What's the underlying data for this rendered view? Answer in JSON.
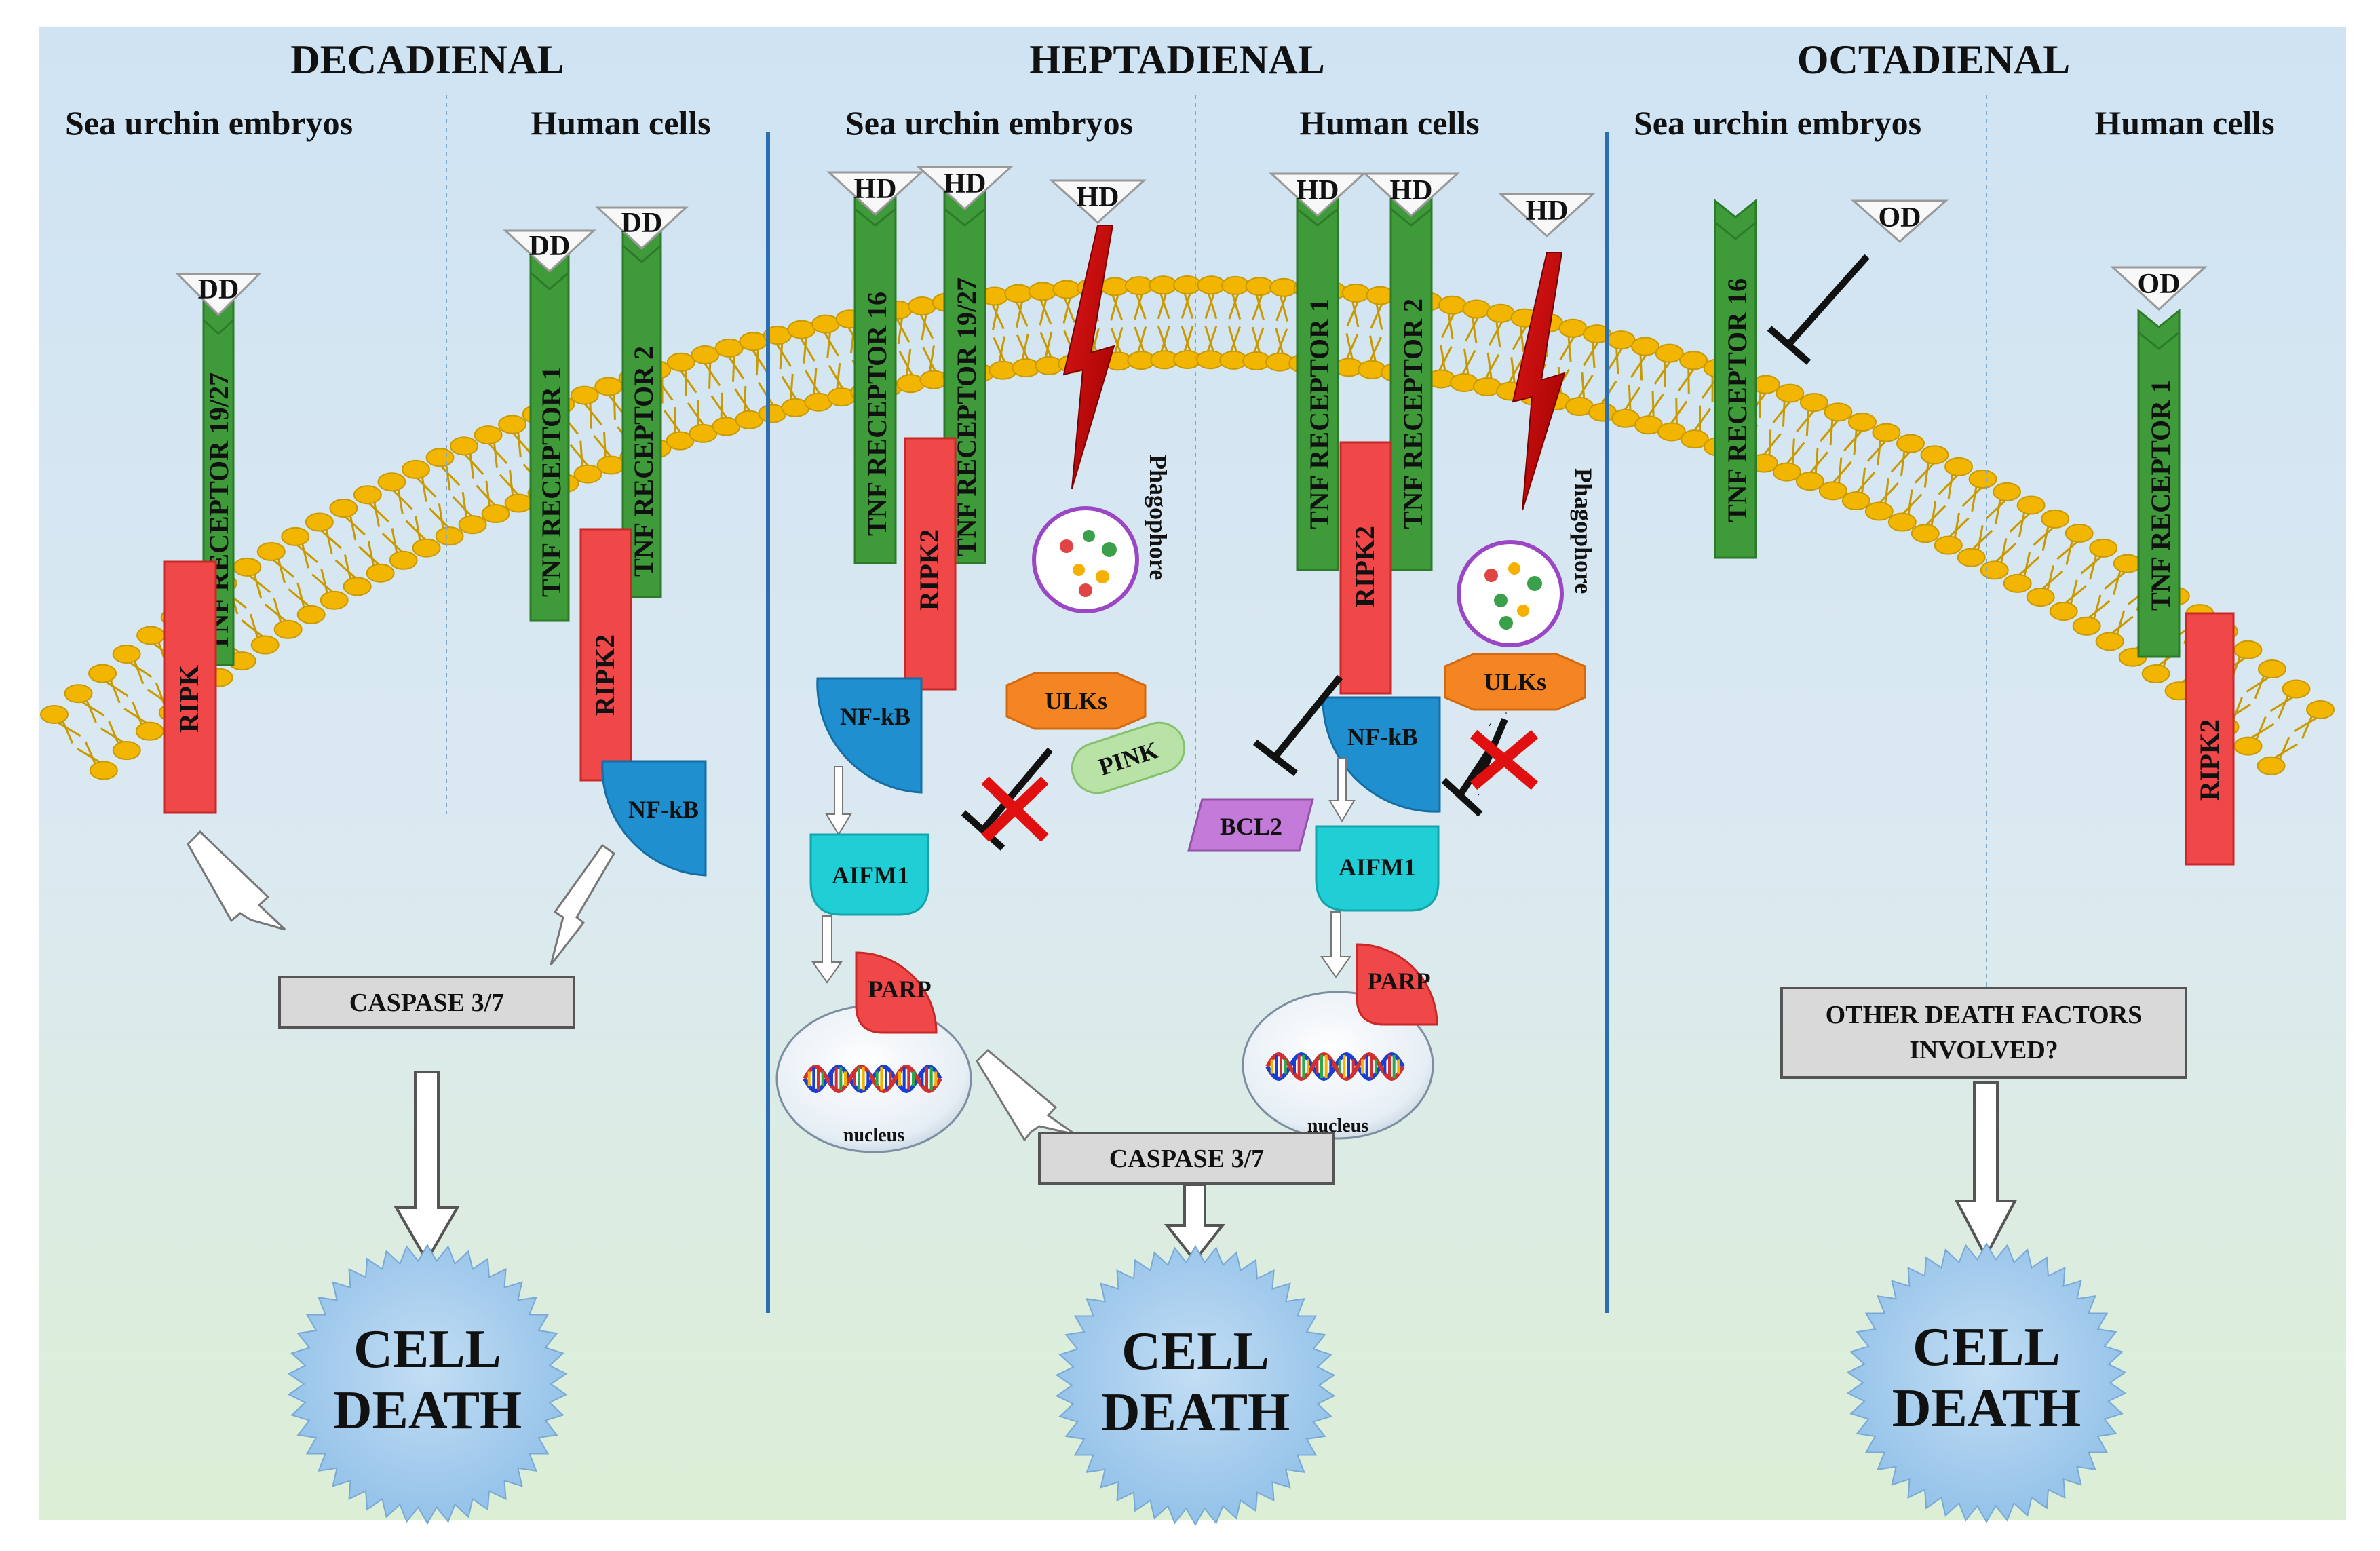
{
  "panels": {
    "decadienal": {
      "title": "DECADIENAL",
      "left_sub": "Sea urchin embryos",
      "right_sub": "Human cells",
      "left_ligand": "DD",
      "left_receptor": "TNF RECEPTOR 19/27",
      "left_kinase": "RIPK",
      "right_ligand_1": "DD",
      "right_ligand_2": "DD",
      "right_receptor_1": "TNF RECEPTOR 1",
      "right_receptor_2": "TNF RECEPTOR 2",
      "right_kinase": "RIPK2",
      "right_nfkb": "NF-kB",
      "caspase": "CASPASE 3/7",
      "death_line1": "CELL",
      "death_line2": "DEATH"
    },
    "heptadienal": {
      "title": "HEPTADIENAL",
      "left_sub": "Sea urchin embryos",
      "right_sub": "Human cells",
      "ligand": "HD",
      "left_receptor_1": "TNF RECEPTOR 16",
      "left_receptor_2": "TNF RECEPTOR 19/27",
      "left_kinase": "RIPK2",
      "left_phagophore": "Phagophore",
      "left_nfkb": "NF-kB",
      "left_ulks": "ULKs",
      "left_pink": "PINK",
      "left_aifm1": "AIFM1",
      "left_parp": "PARP",
      "left_nucleus": "nucleus",
      "right_receptor_1": "TNF RECEPTOR 1",
      "right_receptor_2": "TNF RECEPTOR 2",
      "right_kinase": "RIPK2",
      "right_phagophore": "Phagophore",
      "right_nfkb": "NF-kB",
      "right_ulks": "ULKs",
      "right_bcl2": "BCL2",
      "right_aifm1": "AIFM1",
      "right_parp": "PARP",
      "right_nucleus": "nucleus",
      "caspase": "CASPASE 3/7",
      "death_line1": "CELL",
      "death_line2": "DEATH"
    },
    "octadienal": {
      "title": "OCTADIENAL",
      "left_sub": "Sea urchin embryos",
      "right_sub": "Human cells",
      "left_ligand": "OD",
      "left_receptor": "TNF RECEPTOR 16",
      "right_ligand": "OD",
      "right_receptor": "TNF RECEPTOR 1",
      "right_kinase": "RIPK2",
      "factors_line1": "OTHER DEATH FACTORS",
      "factors_line2": "INVOLVED?",
      "death_line1": "CELL",
      "death_line2": "DEATH"
    }
  },
  "colors": {
    "receptor": "#3f9a3a",
    "kinase": "#f04848",
    "nfkb": "#1f8fd0",
    "aifm1": "#20cfd6",
    "ulks": "#f58422",
    "pink": "#b9e3a6",
    "bcl2": "#c37ad8",
    "membrane_head": "#f2b600",
    "inhibit_cross": "#e01010",
    "death_star": "#a8cdee",
    "panel_divider": "#2a6fb3"
  }
}
